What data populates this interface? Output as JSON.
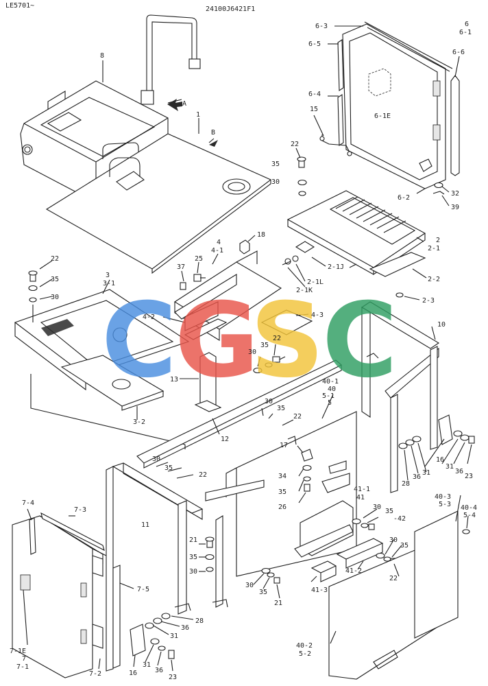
{
  "header": {
    "doc_code": "LE5701~",
    "part_number": "24100J6421F1"
  },
  "view_markers": {
    "a": "A",
    "b": "B"
  },
  "watermark": {
    "letters": [
      "C",
      "G",
      "S",
      "C"
    ],
    "colors": [
      "#4a8ee0",
      "#e8554a",
      "#f2c43a",
      "#2f9e62"
    ]
  },
  "callouts": {
    "c1": "1",
    "c8": "8",
    "c6": "6",
    "c6_1": "6-1",
    "c6_3": "6-3",
    "c6_5": "6-5",
    "c6_4": "6-4",
    "c6_6": "6-6",
    "c6_1e": "6-1E",
    "c15": "15",
    "c6_2": "6-2",
    "c32": "32",
    "c39": "39",
    "c22a": "22",
    "c35a": "35",
    "c30a": "30",
    "c2": "2",
    "c2_1": "2-1",
    "c2_1j": "2-1J",
    "c2_1l": "2-1L",
    "c2_1k": "2-1K",
    "c2_2": "2-2",
    "c2_3": "2-3",
    "c18": "18",
    "c4": "4",
    "c4_1": "4-1",
    "c37": "37",
    "c25": "25",
    "c4_2": "4-2",
    "c4_3": "4-3",
    "c22b": "22",
    "c35b": "35",
    "c30b": "30",
    "c3": "3",
    "c3_1": "3-1",
    "c3_2": "3-2",
    "c13": "13",
    "c30c": "30",
    "c35c": "35",
    "c22c": "22",
    "c10": "10",
    "c40_1": "40-1",
    "c40": "40",
    "c5_1": "5-1",
    "c5": "5",
    "c30d": "30",
    "c35d": "35",
    "c22d": "22",
    "c12": "12",
    "c16a": "16",
    "c31a": "31",
    "c36a": "36",
    "c28a": "28",
    "c23a": "23",
    "c36b": "36",
    "c31b": "31",
    "c30e": "30",
    "c35e": "35",
    "c22e": "22",
    "c17": "17",
    "c34": "34",
    "c35f": "35",
    "c26": "26",
    "c41_1": "41-1",
    "c41": "41",
    "c30f": "30",
    "c35g": "35",
    "c42": "-42",
    "c40_3": "40-3",
    "c5_3": "5-3",
    "c40_4": "40-4",
    "c5_4": "5-4",
    "c11": "11",
    "c7_4": "7-4",
    "c7_3": "7-3",
    "c21a": "21",
    "c35h": "35",
    "c30g": "30",
    "c30h": "30",
    "c35i": "35",
    "c21b": "21",
    "c41_2": "41-2",
    "c41_3": "41-3",
    "c30i": "30",
    "c35j": "35",
    "c22f": "22",
    "c7_5": "7-5",
    "c28b": "28",
    "c36c": "36",
    "c31c": "31",
    "c16b": "16",
    "c31d": "31",
    "c36d": "36",
    "c23b": "23",
    "c7_1e": "7-1E",
    "c7": "7",
    "c7_1": "7-1",
    "c7_2": "7-2",
    "c40_2": "40-2",
    "c5_2": "5-2"
  }
}
